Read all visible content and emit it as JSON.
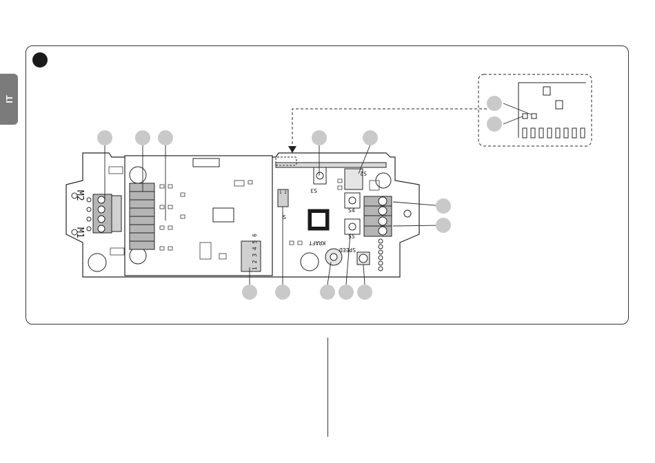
{
  "language_tab": "IT",
  "board": {
    "motor_terminal_1": "M1",
    "motor_terminal_2": "M2",
    "selector_s": "S",
    "dip_s_numbers": "1 2",
    "dip_switch_numbers": "1 2 3 4 5 6",
    "dip_s2_label": "S2",
    "s3_label": "S3",
    "s4_label": "S4",
    "s5_label": "S5",
    "kraft_label": "KRAFT",
    "speed_label": "SPEED"
  },
  "colors": {
    "tab": "#7b7b7b",
    "callout": "#c9c9c9",
    "terminal": "#b5b5b5",
    "line": "#222222"
  }
}
